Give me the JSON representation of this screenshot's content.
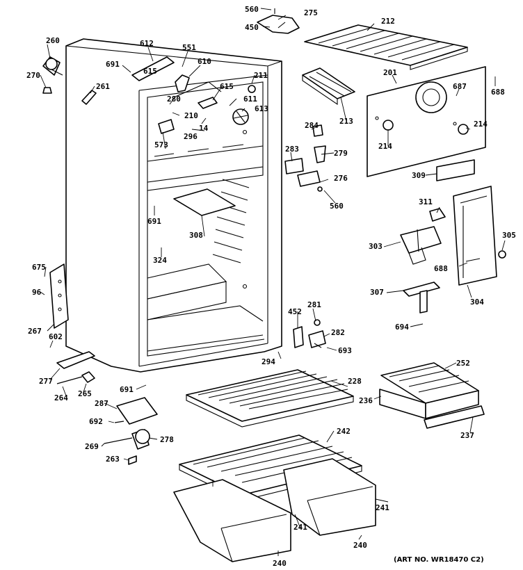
{
  "labels": {
    "l560a": "560",
    "l275": "275",
    "l450": "450",
    "l212": "212",
    "l260": "260",
    "l270": "270",
    "l261": "261",
    "l612": "612",
    "l551": "551",
    "l691a": "691",
    "l615a": "615",
    "l610": "610",
    "l211": "211",
    "l615b": "615",
    "l611": "611",
    "l280": "280",
    "l613": "613",
    "l210": "210",
    "l14": "14",
    "l296": "296",
    "l573": "573",
    "l213": "213",
    "l201": "201",
    "l687": "687",
    "l688a": "688",
    "l214a": "214",
    "l214b": "214",
    "l284": "284",
    "l279": "279",
    "l283": "283",
    "l276": "276",
    "l560b": "560",
    "l309": "309",
    "l691b": "691",
    "l308": "308",
    "l324": "324",
    "l311": "311",
    "l305": "305",
    "l303": "303",
    "l688b": "688",
    "l304": "304",
    "l307": "307",
    "l694": "694",
    "l675": "675",
    "l96": "96",
    "l267": "267",
    "l602": "602",
    "l452": "452",
    "l281": "281",
    "l282": "282",
    "l693": "693",
    "l294": "294",
    "l277": "277",
    "l264": "264",
    "l265": "265",
    "l691c": "691",
    "l228": "228",
    "l252": "252",
    "l236": "236",
    "l237": "237",
    "l287": "287",
    "l692": "692",
    "l269": "269",
    "l278": "278",
    "l263": "263",
    "l242": "242",
    "l241a": "241",
    "l241b": "241",
    "l240a": "240",
    "l240b": "240"
  },
  "credit": "(ART NO. WR18470 C2)"
}
